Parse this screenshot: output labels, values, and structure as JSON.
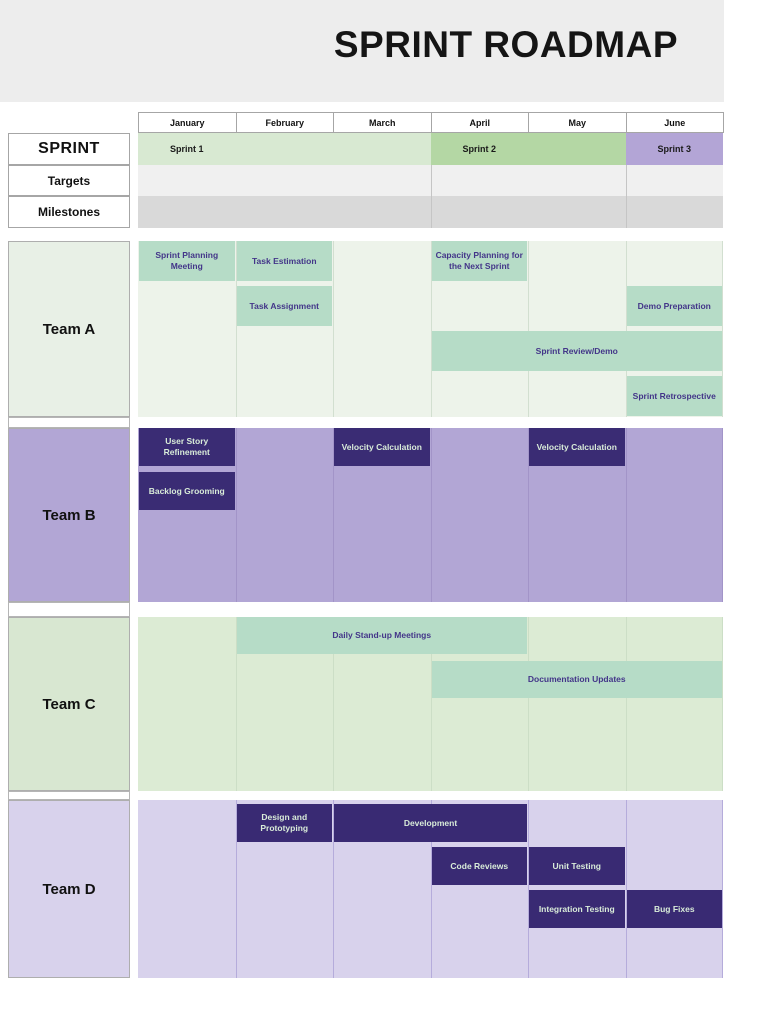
{
  "title": "SPRINT ROADMAP",
  "row_headers": {
    "sprint": "SPRINT",
    "targets": "Targets",
    "milestones": "Milestones"
  },
  "colors": {
    "header_band": "#ededed",
    "cell_border": "#a6a6a6",
    "targets_row": "#f0f0f0",
    "milestones_row": "#d9d9d9",
    "meta_line": "#c5c5c5",
    "sprint1": "#d8e9d2",
    "sprint2": "#b4d7a4",
    "sprint3": "#b3a5d6",
    "themes": {
      "a": {
        "label_bg": "#e8f0e6",
        "bg": "#edf3ea",
        "bar": "#b6dcc7",
        "text": "#433589",
        "line": "#d2dfd0"
      },
      "b": {
        "label_bg": "#b2a6d5",
        "bg": "#b2a6d5",
        "bar": "#3a2c74",
        "text": "#d9ecd9",
        "line": "#a294c8"
      },
      "c": {
        "label_bg": "#d8e7d1",
        "bg": "#dcebd4",
        "bar": "#b6dcc7",
        "text": "#433589",
        "line": "#ccdec6"
      },
      "d": {
        "label_bg": "#d8d2ec",
        "bg": "#d8d2ec",
        "bar": "#392a73",
        "text": "#d9ecd9",
        "line": "#b5acdb"
      }
    }
  },
  "chart_data": {
    "type": "gantt",
    "title": "SPRINT ROADMAP",
    "x_axis_unit": "month",
    "months": [
      "January",
      "February",
      "March",
      "April",
      "May",
      "June"
    ],
    "sprint_bars": [
      {
        "label": "Sprint 1",
        "start": 0,
        "span": 3,
        "color": "#d8e9d2"
      },
      {
        "label": "Sprint 2",
        "start": 3,
        "span": 2,
        "color": "#b4d7a4"
      },
      {
        "label": "Sprint 3",
        "start": 5,
        "span": 1,
        "color": "#b3a5d6"
      }
    ],
    "meta_rows": [
      "Targets",
      "Milestones"
    ],
    "teams": [
      {
        "name": "Team A",
        "theme": "a",
        "tasks": [
          {
            "label": "Sprint Planning Meeting",
            "row": 0,
            "start": 0,
            "span": 1
          },
          {
            "label": "Task Estimation",
            "row": 0,
            "start": 1,
            "span": 1
          },
          {
            "label": "Capacity Planning for the Next Sprint",
            "row": 0,
            "start": 3,
            "span": 1
          },
          {
            "label": "Task Assignment",
            "row": 1,
            "start": 1,
            "span": 1
          },
          {
            "label": "Demo Preparation",
            "row": 1,
            "start": 5,
            "span": 1
          },
          {
            "label": "Sprint Review/Demo",
            "row": 2,
            "start": 3,
            "span": 3
          },
          {
            "label": "Sprint Retrospective",
            "row": 3,
            "start": 5,
            "span": 1
          }
        ]
      },
      {
        "name": "Team B",
        "theme": "b",
        "tasks": [
          {
            "label": "User Story Refinement",
            "row": 0,
            "start": 0,
            "span": 1
          },
          {
            "label": "Velocity Calculation",
            "row": 0,
            "start": 2,
            "span": 1
          },
          {
            "label": "Velocity Calculation",
            "row": 0,
            "start": 4,
            "span": 1
          },
          {
            "label": "Backlog Grooming",
            "row": 1,
            "start": 0,
            "span": 1
          }
        ]
      },
      {
        "name": "Team C",
        "theme": "c",
        "tasks": [
          {
            "label": "Daily Stand-up Meetings",
            "row": 0,
            "start": 1,
            "span": 3
          },
          {
            "label": "Documentation Updates",
            "row": 1,
            "start": 3,
            "span": 3
          }
        ]
      },
      {
        "name": "Team D",
        "theme": "d",
        "tasks": [
          {
            "label": "Design and Prototyping",
            "row": 0,
            "start": 1,
            "span": 1
          },
          {
            "label": "Development",
            "row": 0,
            "start": 2,
            "span": 2
          },
          {
            "label": "Code Reviews",
            "row": 1,
            "start": 3,
            "span": 1
          },
          {
            "label": "Unit Testing",
            "row": 1,
            "start": 4,
            "span": 1
          },
          {
            "label": "Integration Testing",
            "row": 2,
            "start": 4,
            "span": 1
          },
          {
            "label": "Bug Fixes",
            "row": 2,
            "start": 5,
            "span": 1
          }
        ]
      }
    ]
  }
}
